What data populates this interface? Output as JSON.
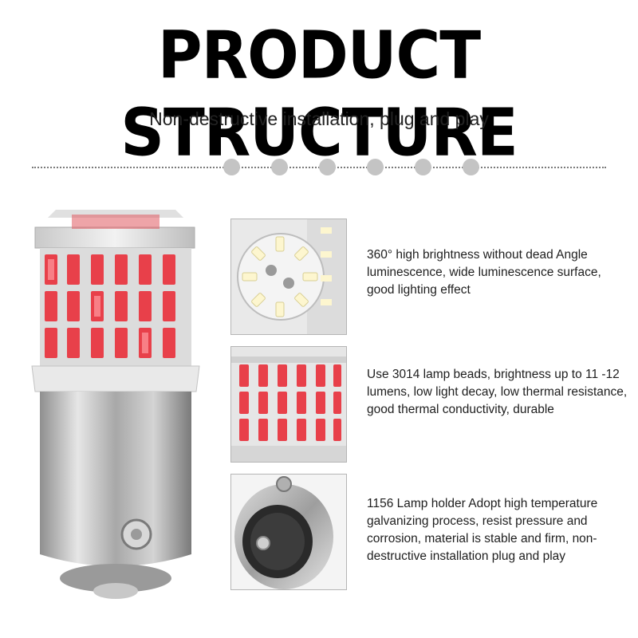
{
  "header": {
    "title": "PRODUCT STRUCTURE",
    "subtitle": "Non-destructive installation, plug and play"
  },
  "features": [
    {
      "image": "led-chip-face-photo",
      "text": "360° high brightness without dead Angle luminescence, wide luminescence surface, good lighting effect"
    },
    {
      "image": "red-led-beads-photo",
      "text": "Use 3014 lamp beads, brightness up to 11 -12 lumens, low light decay, low thermal resistance, good thermal conductivity, durable"
    },
    {
      "image": "lamp-holder-base-photo",
      "text": "1156 Lamp holder Adopt high temperature galvanizing process, resist pressure and corrosion, material is stable and firm, non-destructive installation plug and play"
    }
  ],
  "colors": {
    "led_red": "#e8404a",
    "led_white": "#fdf6cf",
    "metal": "#b9b9b9",
    "dot": "#c4c4c4"
  }
}
